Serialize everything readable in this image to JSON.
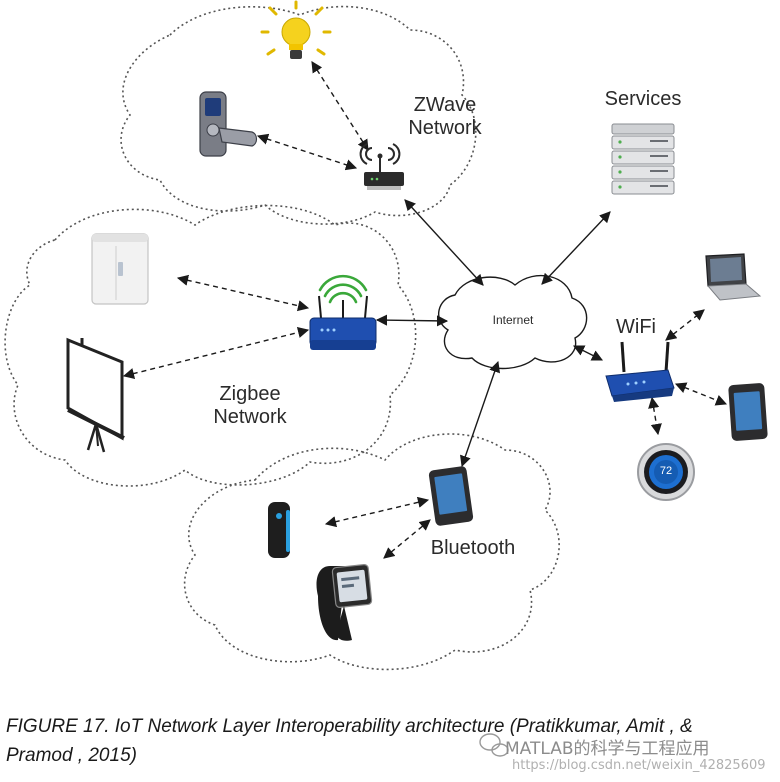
{
  "labels": {
    "zwave": [
      "ZWave",
      "Network"
    ],
    "services": "Services",
    "zigbee": [
      "Zigbee",
      "Network"
    ],
    "internet": "Internet",
    "wifi": "WiFi",
    "bluetooth": "Bluetooth",
    "thermostat_value": "72"
  },
  "caption": {
    "line1": "FIGURE 17. IoT Network Layer Interoperability architecture (Pratikkumar, Amit , &",
    "line2": "Pramod , 2015)"
  },
  "watermark": {
    "line1": "MATLAB的科学与工程应用",
    "line2": "https://blog.csdn.net/weixin_42825609"
  },
  "colors": {
    "router_blue": "#1f4fb0",
    "signal_green": "#3aa83a",
    "bulb_yellow": "#f5d21e",
    "cloud_outline": "#555555",
    "thermostat_blue": "#1d6fd1"
  }
}
